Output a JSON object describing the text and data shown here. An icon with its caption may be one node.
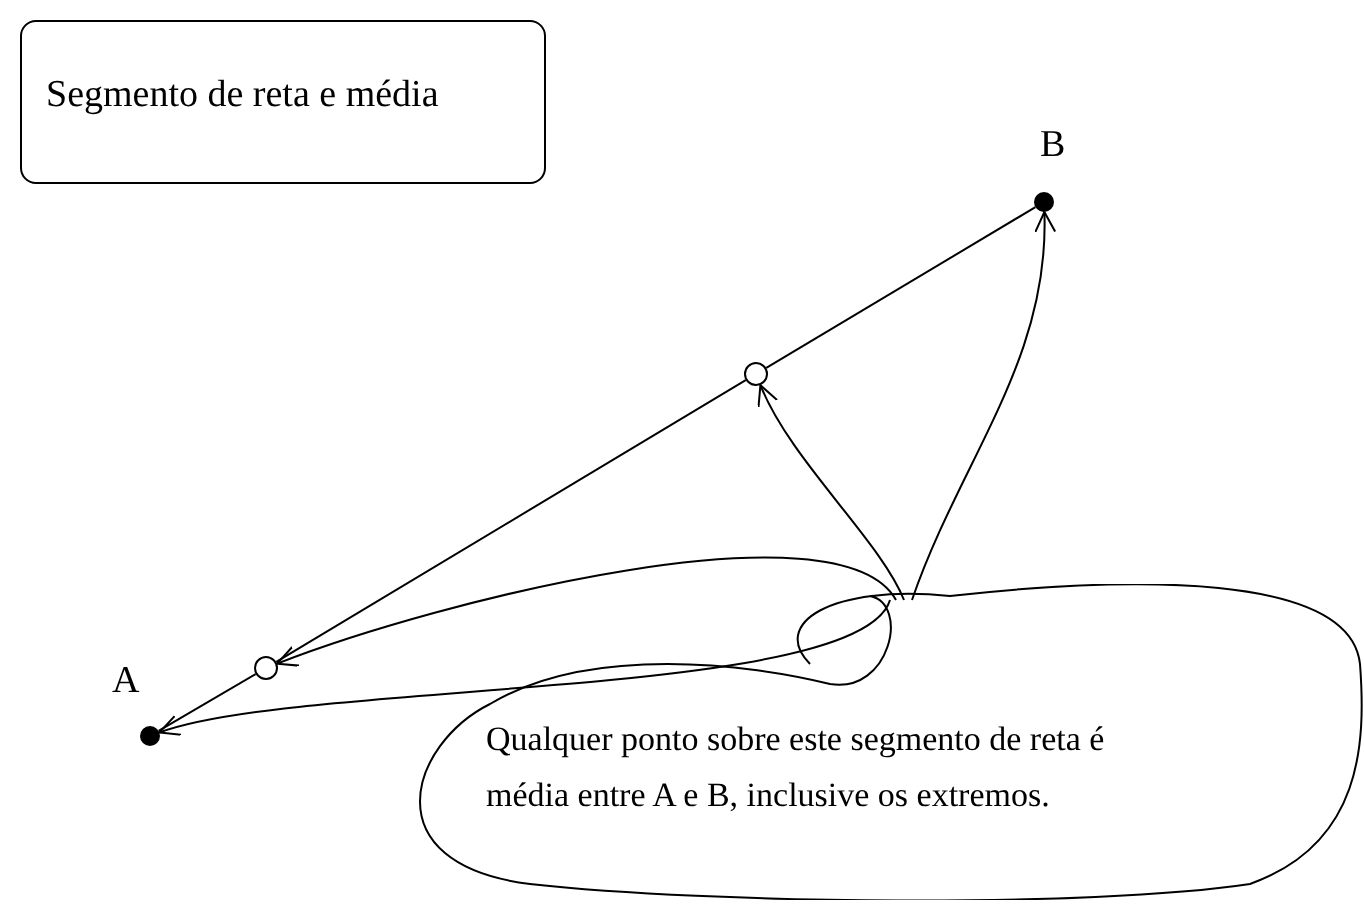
{
  "diagram": {
    "nodes": [
      {
        "text": [
          "Segmento de reta e média"
        ]
      },
      {
        "text": [],
        "shape": "circle",
        "beside": [
          "A"
        ]
      },
      {
        "text": [],
        "shape": "circle"
      },
      {
        "text": [],
        "shape": "circle"
      },
      {
        "text": [],
        "shape": "circle",
        "beside": [
          "B"
        ]
      },
      {
        "text": [
          "Qualquer ponto sobre este segmento de reta é média entre  A e  B, inclusive os extremos."
        ]
      }
    ],
    "edges": [
      {
        "from": 1,
        "to": 2,
        "arrow": "none"
      },
      {
        "from": 2,
        "to": 3,
        "arrow": "none"
      },
      {
        "from": 3,
        "to": 4,
        "arrow": "none"
      },
      {
        "from": 5,
        "to": 1,
        "arrow": "to"
      },
      {
        "from": 5,
        "to": 2,
        "arrow": "to"
      },
      {
        "from": 5,
        "to": 3,
        "arrow": "to"
      },
      {
        "from": 5,
        "to": 4,
        "arrow": "to"
      }
    ]
  }
}
